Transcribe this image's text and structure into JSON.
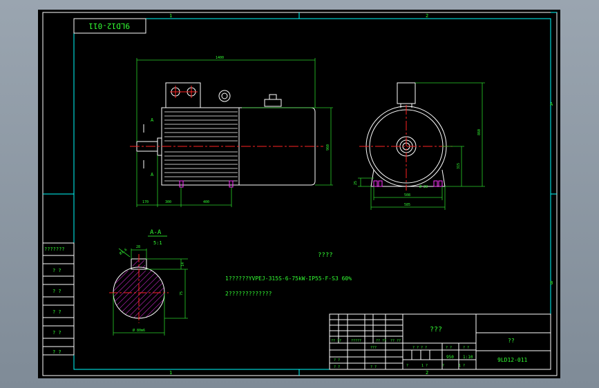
{
  "colors": {
    "background": "#000000",
    "viewport": "#8e9aa6",
    "outline": "#ffffff",
    "border": "#00ffff",
    "centerline": "#ff2222",
    "hatch": "#ff33ff",
    "dimension": "#2ad22a",
    "text": "#33ff33"
  },
  "drawing": {
    "code_box": "9LD12-011",
    "zones": {
      "top_1": "1",
      "top_2": "2",
      "bottom_1": "1",
      "bottom_2": "2",
      "right_a": "A",
      "right_b": "B"
    }
  },
  "front_view": {
    "dim_length": "1400",
    "dim_height": "960",
    "dim_left": "170",
    "dim_mid": "300",
    "dim_right": "400",
    "section_mark_top": "A",
    "section_mark_bottom": "A"
  },
  "side_view": {
    "dim_total_height": "860",
    "dim_center_height": "315",
    "dim_foot": "25",
    "dim_base_inner": "508",
    "dim_base_outer": "585",
    "dim_slot": "Ø 28"
  },
  "section_view": {
    "title": "A-A",
    "scale": "5:1",
    "dim_key_angle": "Ø1.6",
    "dim_key_width": "28",
    "dim_key_depth": "14",
    "dim_shaft_height": "75",
    "dim_shaft_diameter": "Ø 80m6"
  },
  "notes": {
    "heading": "????",
    "line1": "1??????YVPEJ-315S-6-75kW-IP55-F-S3 60%",
    "line2": "2?????????????"
  },
  "side_table": {
    "rows": [
      "???????",
      "? ?",
      "? ?",
      "? ?",
      "?????",
      "? ?",
      "? ?"
    ]
  },
  "title_block": {
    "top_center": "???",
    "right_name": "??",
    "drawing_code": "9LD12-011",
    "row_labels": [
      "?? ??",
      "?????",
      "?? ??",
      "??  ??"
    ],
    "small_1": "? ?",
    "small_2": "???",
    "small_3": "? ?",
    "small_4": "? ?",
    "stage_label": "? ? ? ?",
    "weight_label": "? ?",
    "scale_label": "? ?",
    "weight_value": "950",
    "scale_value": "1:10",
    "sheet_1": "?",
    "sheet_2": "1 ?",
    "sheet_3": "?",
    "sheet_4": "1 ?"
  }
}
